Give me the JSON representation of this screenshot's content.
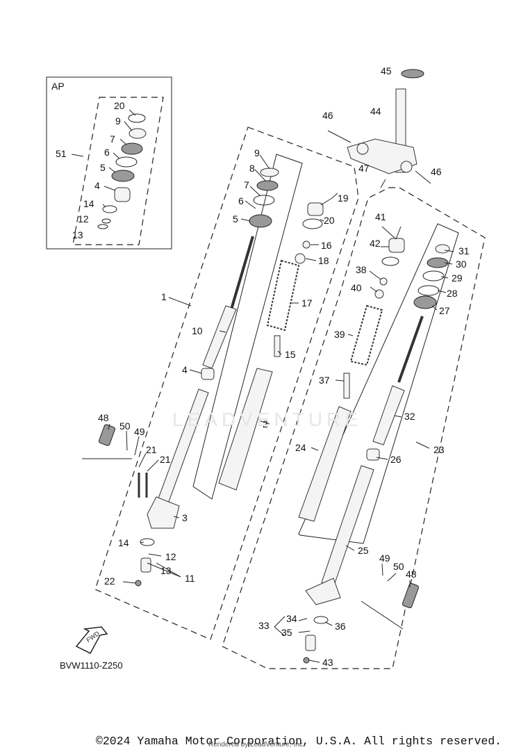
{
  "diagram": {
    "inset_label": "AP",
    "diagram_code": "BVW1110-Z250",
    "fwd_label": "FWD",
    "watermark": "LEADVENTURE",
    "copyright": "©2024 Yamaha Motor Corporation, U.S.A. All rights reserved.",
    "rendered_by": "Rendered by LeadVenture, Inc.",
    "callouts": [
      {
        "id": "c20a",
        "text": "20"
      },
      {
        "id": "c9a",
        "text": "9"
      },
      {
        "id": "c7a",
        "text": "7"
      },
      {
        "id": "c6a",
        "text": "6"
      },
      {
        "id": "c51",
        "text": "51"
      },
      {
        "id": "c5a",
        "text": "5"
      },
      {
        "id": "c4a",
        "text": "4"
      },
      {
        "id": "c14a",
        "text": "14"
      },
      {
        "id": "c12a",
        "text": "12"
      },
      {
        "id": "c13a",
        "text": "13"
      },
      {
        "id": "c45",
        "text": "45"
      },
      {
        "id": "c44",
        "text": "44"
      },
      {
        "id": "c46a",
        "text": "46"
      },
      {
        "id": "c47",
        "text": "47"
      },
      {
        "id": "c46b",
        "text": "46"
      },
      {
        "id": "c9b",
        "text": "9"
      },
      {
        "id": "c8",
        "text": "8"
      },
      {
        "id": "c7b",
        "text": "7"
      },
      {
        "id": "c6b",
        "text": "6"
      },
      {
        "id": "c5b",
        "text": "5"
      },
      {
        "id": "c19",
        "text": "19"
      },
      {
        "id": "c20b",
        "text": "20"
      },
      {
        "id": "c16",
        "text": "16"
      },
      {
        "id": "c18",
        "text": "18"
      },
      {
        "id": "c17",
        "text": "17"
      },
      {
        "id": "c1",
        "text": "1"
      },
      {
        "id": "c10",
        "text": "10"
      },
      {
        "id": "c15",
        "text": "15"
      },
      {
        "id": "c4b",
        "text": "4"
      },
      {
        "id": "c2",
        "text": "2"
      },
      {
        "id": "c41",
        "text": "41"
      },
      {
        "id": "c42",
        "text": "42"
      },
      {
        "id": "c31",
        "text": "31"
      },
      {
        "id": "c30",
        "text": "30"
      },
      {
        "id": "c29",
        "text": "29"
      },
      {
        "id": "c28",
        "text": "28"
      },
      {
        "id": "c27",
        "text": "27"
      },
      {
        "id": "c38",
        "text": "38"
      },
      {
        "id": "c40",
        "text": "40"
      },
      {
        "id": "c39",
        "text": "39"
      },
      {
        "id": "c37",
        "text": "37"
      },
      {
        "id": "c32",
        "text": "32"
      },
      {
        "id": "c23",
        "text": "23"
      },
      {
        "id": "c24",
        "text": "24"
      },
      {
        "id": "c26",
        "text": "26"
      },
      {
        "id": "c48a",
        "text": "48"
      },
      {
        "id": "c50a",
        "text": "50"
      },
      {
        "id": "c49a",
        "text": "49"
      },
      {
        "id": "c21a",
        "text": "21"
      },
      {
        "id": "c21b",
        "text": "21"
      },
      {
        "id": "c3",
        "text": "3"
      },
      {
        "id": "c14b",
        "text": "14"
      },
      {
        "id": "c12b",
        "text": "12"
      },
      {
        "id": "c13b",
        "text": "13"
      },
      {
        "id": "c11",
        "text": "11"
      },
      {
        "id": "c22",
        "text": "22"
      },
      {
        "id": "c25",
        "text": "25"
      },
      {
        "id": "c49b",
        "text": "49"
      },
      {
        "id": "c50b",
        "text": "50"
      },
      {
        "id": "c48b",
        "text": "48"
      },
      {
        "id": "c34",
        "text": "34"
      },
      {
        "id": "c33",
        "text": "33"
      },
      {
        "id": "c35",
        "text": "35"
      },
      {
        "id": "c36",
        "text": "36"
      },
      {
        "id": "c43",
        "text": "43"
      }
    ]
  }
}
